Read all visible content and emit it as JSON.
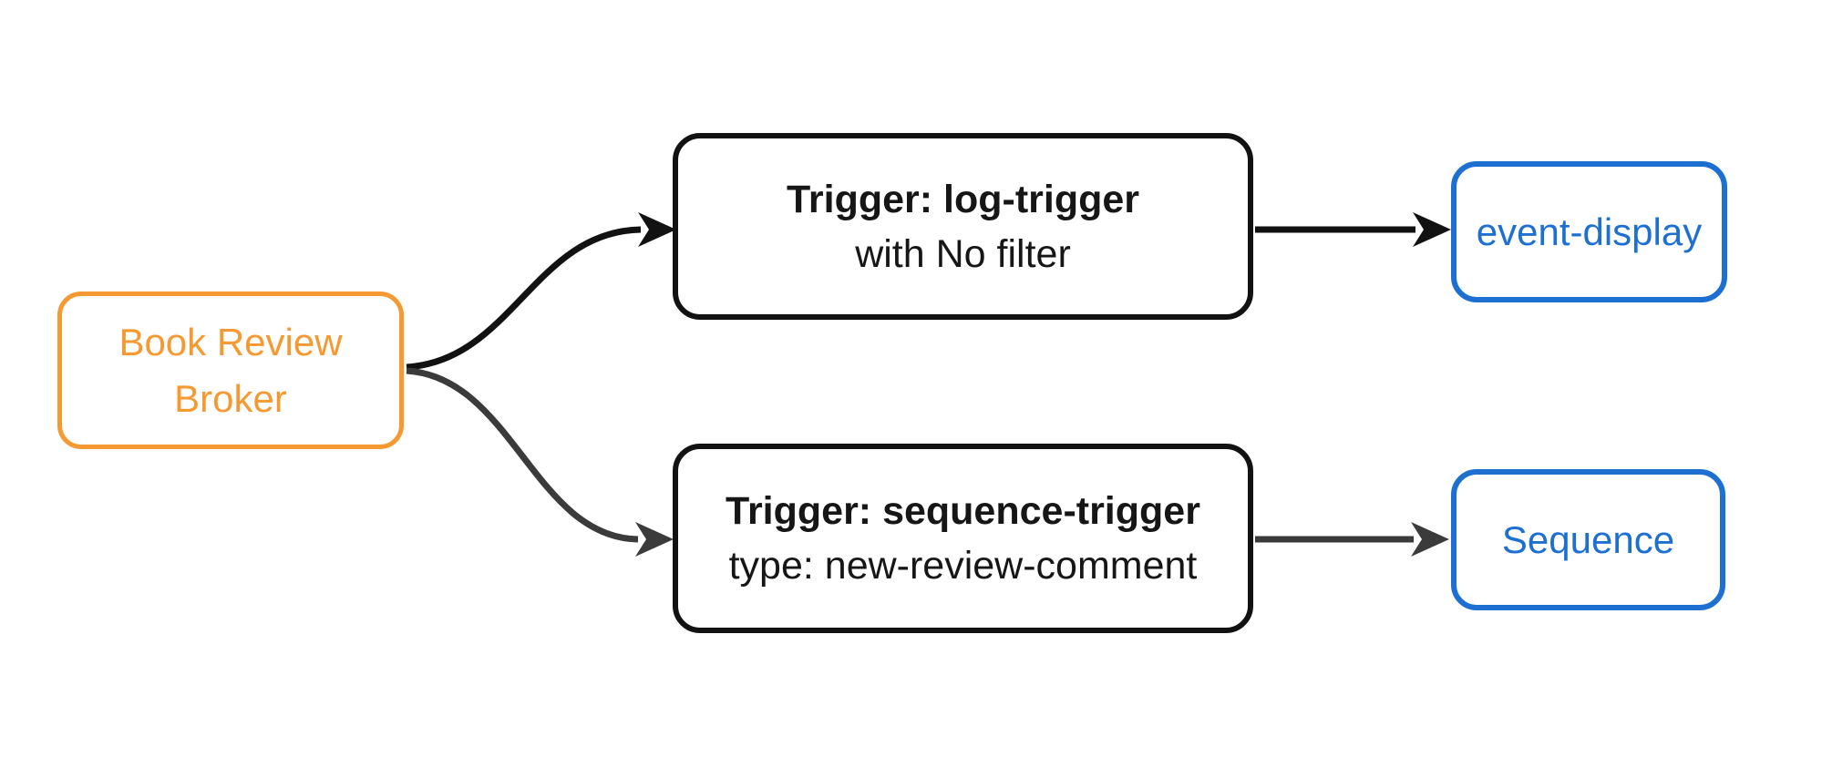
{
  "diagram": {
    "type": "flowchart",
    "direction": "left-to-right",
    "background_color": "#ffffff",
    "nodes": {
      "broker": {
        "line1": "Book Review",
        "line2": "Broker",
        "border_color": "#f59a33",
        "text_color": "#f59a33",
        "shape": "rounded-rectangle"
      },
      "log_trigger": {
        "title": "Trigger: log-trigger",
        "subtitle": "with No filter",
        "border_color": "#121212",
        "text_color": "#161616",
        "shape": "rounded-rectangle"
      },
      "sequence_trigger": {
        "title": "Trigger: sequence-trigger",
        "subtitle": "type: new-review-comment",
        "border_color": "#121212",
        "text_color": "#161616",
        "shape": "rounded-rectangle"
      },
      "event_display": {
        "label": "event-display",
        "border_color": "#1d70d2",
        "text_color": "#1d70d2",
        "shape": "rounded-rectangle"
      },
      "sequence": {
        "label": "Sequence",
        "border_color": "#1d70d2",
        "text_color": "#1d70d2",
        "shape": "rounded-rectangle"
      }
    },
    "edges": [
      {
        "from": "broker",
        "to": "log_trigger",
        "style": "curved",
        "color": "#121212",
        "arrowhead": true
      },
      {
        "from": "broker",
        "to": "sequence_trigger",
        "style": "curved",
        "color": "#3b3b3b",
        "arrowhead": true
      },
      {
        "from": "log_trigger",
        "to": "event_display",
        "style": "straight",
        "color": "#121212",
        "arrowhead": true
      },
      {
        "from": "sequence_trigger",
        "to": "sequence",
        "style": "straight",
        "color": "#3b3b3b",
        "arrowhead": true
      }
    ]
  }
}
